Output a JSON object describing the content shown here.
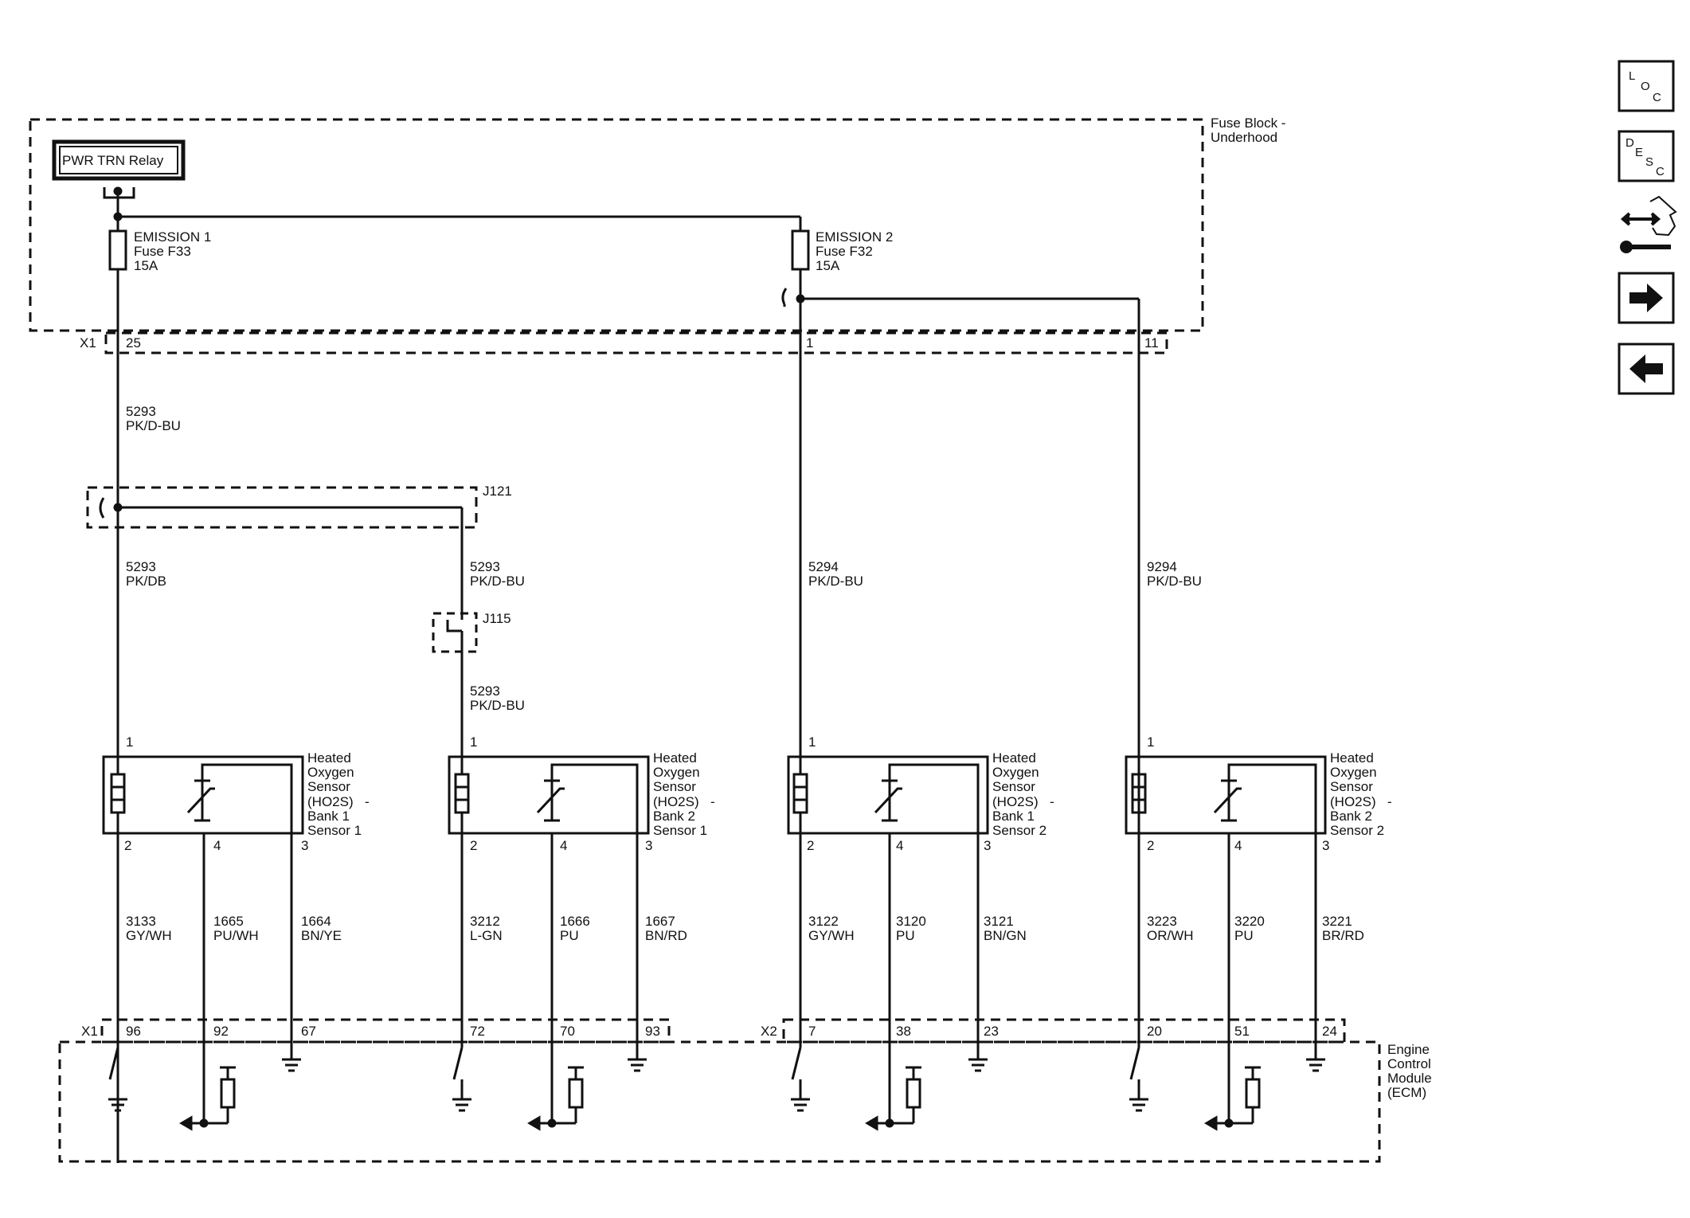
{
  "fuse_block": {
    "label_line1": "Fuse Block -",
    "label_line2": "Underhood",
    "relay_label": "PWR TRN Relay",
    "connector": "X1",
    "pins": [
      "25",
      "1",
      "11"
    ]
  },
  "fuses": [
    {
      "name": "EMISSION 1",
      "id": "Fuse F33",
      "rating": "15A"
    },
    {
      "name": "EMISSION 2",
      "id": "Fuse F32",
      "rating": "15A"
    }
  ],
  "splices": {
    "j121": "J121",
    "j115": "J115"
  },
  "wires": {
    "feed_main": {
      "circuit": "5293",
      "color": "PK/D-BU"
    },
    "feed_s1": {
      "circuit": "5293",
      "color": "PK/DB"
    },
    "feed_s2a": {
      "circuit": "5293",
      "color": "PK/D-BU"
    },
    "feed_s2b": {
      "circuit": "5293",
      "color": "PK/D-BU"
    },
    "feed_s3": {
      "circuit": "5294",
      "color": "PK/D-BU"
    },
    "feed_s4": {
      "circuit": "9294",
      "color": "PK/D-BU"
    }
  },
  "sensors": [
    {
      "name_lines": [
        "Heated",
        "Oxygen",
        "Sensor",
        "(HO2S)",
        "-",
        "Bank 1",
        "Sensor 1"
      ],
      "pins": {
        "top": "1",
        "p2": "2",
        "p4": "4",
        "p3": "3"
      },
      "wires": [
        {
          "circuit": "3133",
          "color": "GY/WH"
        },
        {
          "circuit": "1665",
          "color": "PU/WH"
        },
        {
          "circuit": "1664",
          "color": "BN/YE"
        }
      ],
      "ecm_pins": [
        "96",
        "92",
        "67"
      ]
    },
    {
      "name_lines": [
        "Heated",
        "Oxygen",
        "Sensor",
        "(HO2S)",
        "-",
        "Bank 2",
        "Sensor 1"
      ],
      "pins": {
        "top": "1",
        "p2": "2",
        "p4": "4",
        "p3": "3"
      },
      "wires": [
        {
          "circuit": "3212",
          "color": "L-GN"
        },
        {
          "circuit": "1666",
          "color": "PU"
        },
        {
          "circuit": "1667",
          "color": "BN/RD"
        }
      ],
      "ecm_pins": [
        "72",
        "70",
        "93"
      ]
    },
    {
      "name_lines": [
        "Heated",
        "Oxygen",
        "Sensor",
        "(HO2S)",
        "-",
        "Bank 1",
        "Sensor 2"
      ],
      "pins": {
        "top": "1",
        "p2": "2",
        "p4": "4",
        "p3": "3"
      },
      "wires": [
        {
          "circuit": "3122",
          "color": "GY/WH"
        },
        {
          "circuit": "3120",
          "color": "PU"
        },
        {
          "circuit": "3121",
          "color": "BN/GN"
        }
      ],
      "ecm_pins": [
        "7",
        "38",
        "23"
      ]
    },
    {
      "name_lines": [
        "Heated",
        "Oxygen",
        "Sensor",
        "(HO2S)",
        "-",
        "Bank 2",
        "Sensor 2"
      ],
      "pins": {
        "top": "1",
        "p2": "2",
        "p4": "4",
        "p3": "3"
      },
      "wires": [
        {
          "circuit": "3223",
          "color": "OR/WH"
        },
        {
          "circuit": "3220",
          "color": "PU"
        },
        {
          "circuit": "3221",
          "color": "BR/RD"
        }
      ],
      "ecm_pins": [
        "20",
        "51",
        "24"
      ]
    }
  ],
  "ecm": {
    "connector_1": "X1",
    "connector_2": "X2",
    "label_lines": [
      "Engine",
      "Control",
      "Module",
      "(ECM)"
    ]
  },
  "nav": {
    "loc": {
      "l1": "L",
      "l2": "O",
      "l3": "C"
    },
    "desc": {
      "l1": "D",
      "l2": "E",
      "l3": "S",
      "l4": "C"
    },
    "icons": [
      "connector-icon",
      "arrow-right-icon",
      "arrow-left-icon"
    ]
  }
}
